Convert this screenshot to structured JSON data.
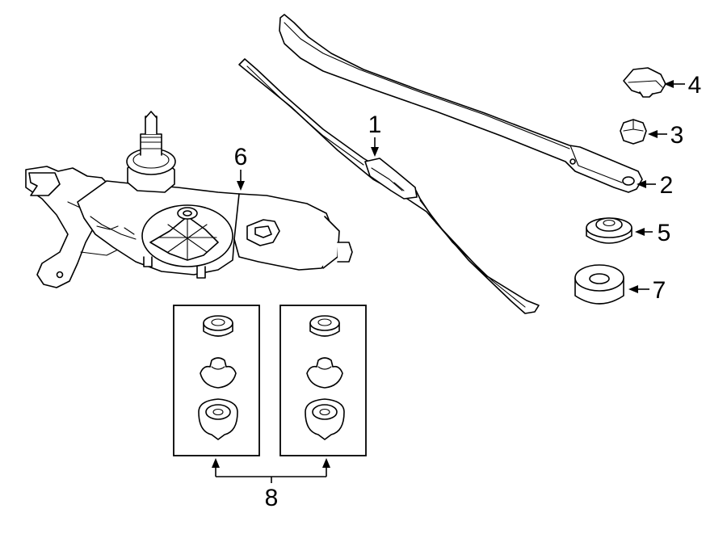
{
  "callouts": {
    "blade": "1",
    "arm": "2",
    "nut": "3",
    "cap": "4",
    "grommet": "5",
    "motor": "6",
    "seal": "7",
    "kit": "8"
  }
}
